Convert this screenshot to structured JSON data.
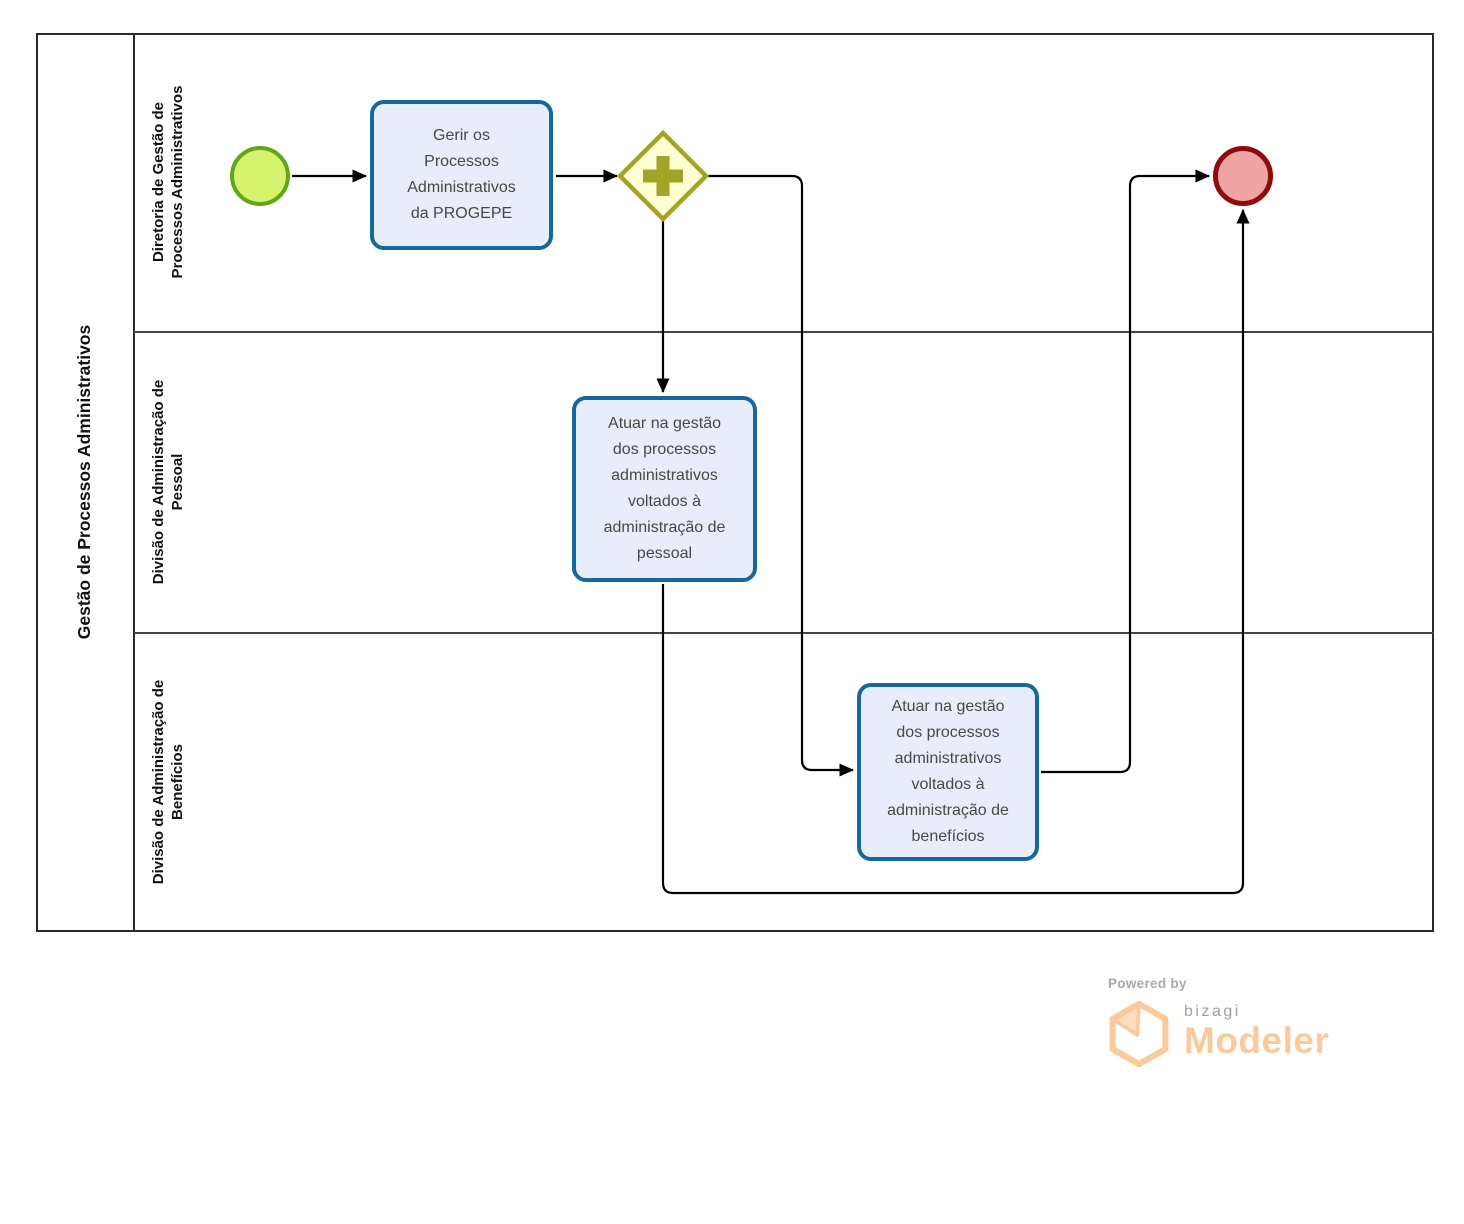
{
  "colors": {
    "frame": "#2a2a2a",
    "lane-line": "#454545",
    "flow": "#000000",
    "task-fill": "#e9edfb",
    "task-border": "#15689d",
    "task-text": "#474747",
    "start-fill": "#d5f26e",
    "start-border": "#60a713",
    "gateway-fill": "#ffffd2",
    "gateway-border": "#a3a328",
    "end-fill": "#efa4a4",
    "end-border": "#8f0b0b",
    "logo-orange": "#fbca9b",
    "logo-orange-light": "#fcdfc3",
    "logo-gray": "#9aa0a6",
    "powered-gray": "#a8a8a8"
  },
  "pool": {
    "label": "Gestão de Processos Administrativos",
    "lanes": [
      {
        "label": "Diretoria de Gestão de Processos Administrativos"
      },
      {
        "label": "Divisão de Administração de Pessoal"
      },
      {
        "label": "Divisão de Administração de Benefícios"
      }
    ]
  },
  "nodes": {
    "start_event": {
      "type": "start-event"
    },
    "task_gerir": {
      "label": "Gerir os Processos Administrativos da PROGEPE"
    },
    "gateway_parallel": {
      "type": "parallel-gateway"
    },
    "task_pessoal": {
      "label": "Atuar na gestão dos processos administrativos voltados à administração de pessoal"
    },
    "task_beneficios": {
      "label": "Atuar na gestão dos processos administrativos voltados à administração de benefícios"
    },
    "end_event": {
      "type": "end-event"
    }
  },
  "footer": {
    "powered_by": "Powered by",
    "brand": "bizagi",
    "product": "Modeler"
  }
}
